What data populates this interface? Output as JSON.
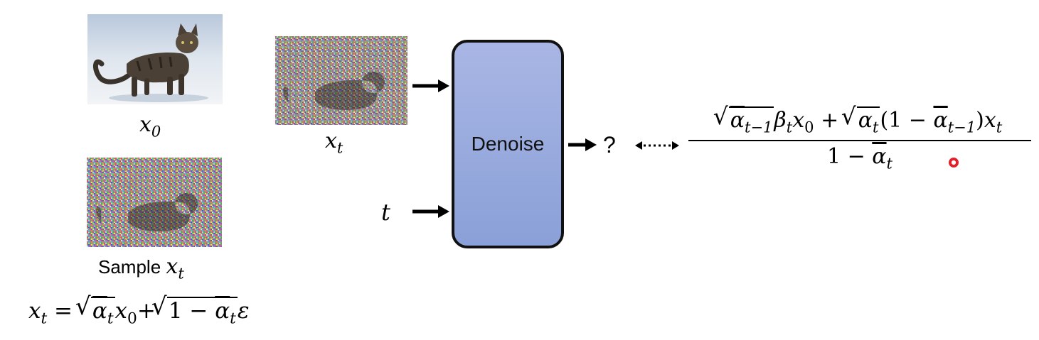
{
  "images": {
    "x0_caption": "x",
    "x0_sub": "0",
    "sample_caption_text": "Sample",
    "sample_caption_var": "x",
    "sample_caption_sub": "t",
    "xt_caption": "x",
    "xt_sub": "t"
  },
  "inputs": {
    "t_label": "t"
  },
  "model": {
    "box_label": "Denoise"
  },
  "output": {
    "question_mark": "?"
  },
  "colors": {
    "box_fill_top": "#a9b6e4",
    "box_fill_bottom": "#8aa0d8",
    "box_border": "#111111",
    "pointer_dot": "#e0202a"
  },
  "formulas": {
    "forward": "x_t = √ᾱ_t x_0 + √(1 − ᾱ_t) ε",
    "target_numerator": "√ᾱ_{t−1} β_t x_0 + √α_t (1 − ᾱ_{t−1}) x_t",
    "target_denominator": "1 − ᾱ_t"
  }
}
